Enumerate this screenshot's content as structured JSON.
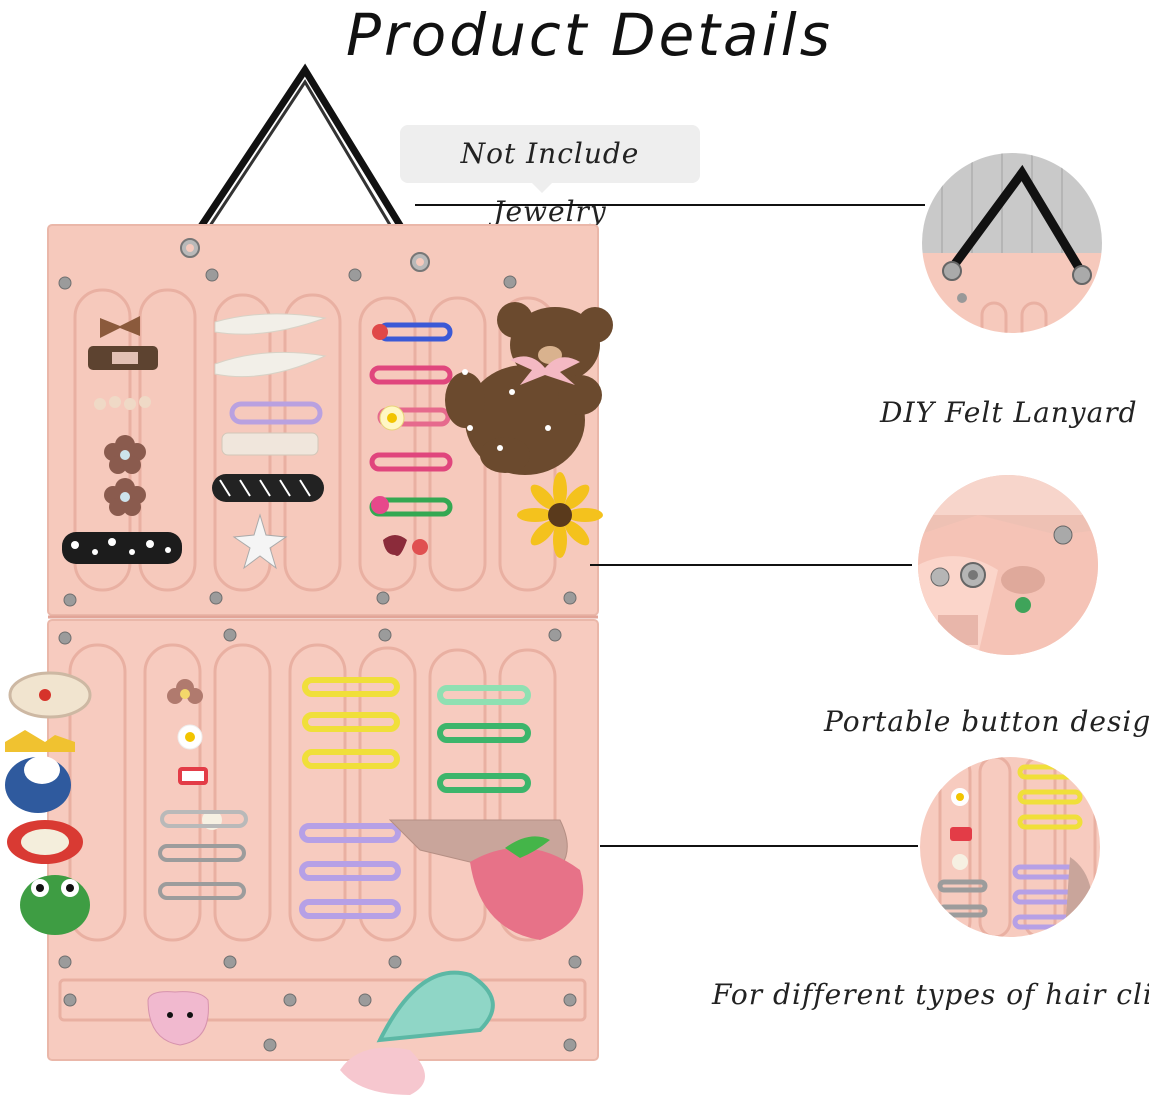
{
  "header": {
    "title": "Product Details"
  },
  "note": {
    "text": "Not Include Jewelry"
  },
  "features": [
    {
      "label": "DIY Felt Lanyard",
      "icon": "lanyard-detail"
    },
    {
      "label": "Portable button design",
      "icon": "button-detail"
    },
    {
      "label": "For different types of hair clips",
      "icon": "clips-detail"
    }
  ],
  "colors": {
    "felt": "#f6c9bc",
    "felt_dark": "#e8ada0",
    "strap": "#111111"
  }
}
